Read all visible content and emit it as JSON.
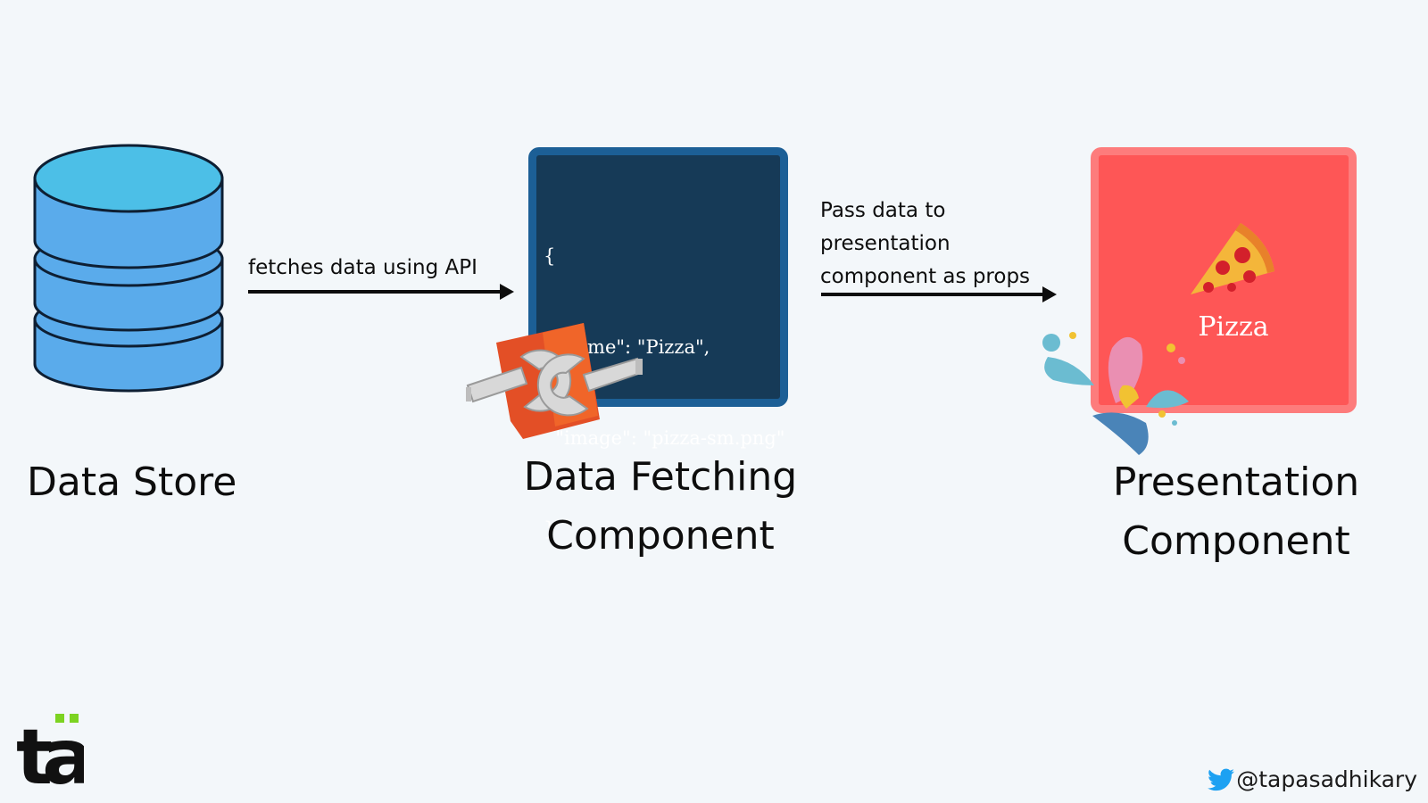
{
  "nodes": {
    "data_store": {
      "label": "Data Store"
    },
    "fetching": {
      "label_line1": "Data Fetching",
      "label_line2": "Component",
      "code": [
        "{",
        "  \"name\": \"Pizza\",",
        "  \"image\": \"pizza-sm.png\"",
        "}"
      ]
    },
    "presentation": {
      "label_line1": "Presentation",
      "label_line2": "Component",
      "pizza_label": "Pizza"
    }
  },
  "edges": {
    "fetch": {
      "label": "fetches data using API"
    },
    "pass": {
      "label_lines": [
        "Pass data to",
        "presentation",
        "component as props"
      ]
    }
  },
  "footer": {
    "handle": "@tapasadhikary",
    "logo_text": "ta"
  },
  "colors": {
    "background": "#f3f7fa",
    "db_top": "#4cbfe7",
    "db_body": "#5aabeb",
    "code_bg": "#163a57",
    "code_border": "#1c5f96",
    "pres_bg": "#fe5656",
    "pres_border": "#fd7c7c",
    "twitter": "#1da1f2",
    "logo_green": "#7cd321"
  },
  "icons": [
    "database-icon",
    "wrench-icon",
    "pizza-slice-icon",
    "paint-splash-icon",
    "twitter-bird-icon",
    "ta-logo-icon"
  ]
}
